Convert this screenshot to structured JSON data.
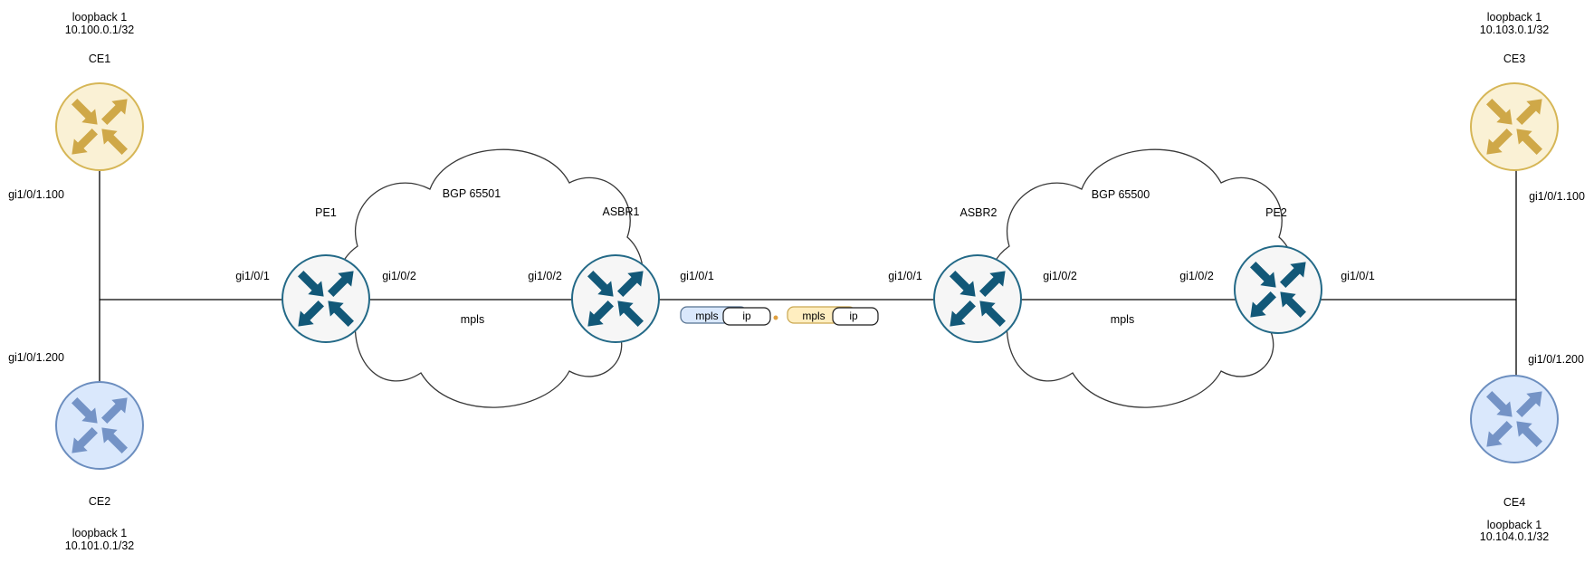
{
  "palette": {
    "line": "#000000",
    "ce_yellow_fill": "#FAF1D5",
    "ce_yellow_stroke": "#D6B656",
    "ce_yellow_arrow": "#CFA848",
    "ce_blue_fill": "#DAE8FC",
    "ce_blue_stroke": "#6C8EBF",
    "ce_blue_arrow": "#7493C6",
    "core_fill": "#F6F6F6",
    "core_stroke": "#236987",
    "core_arrow": "#125878",
    "tag_mpls_blue_fill": "#DAE8FC",
    "tag_mpls_yellow_fill": "#FFEEC0",
    "tag_ip_fill": "#FFFFFF",
    "separator_dot": "#DFA040"
  },
  "sites": {
    "left": {
      "ce_top": {
        "name": "CE1",
        "loopback": "loopback 1",
        "ip": "10.100.0.1/32"
      },
      "ce_bottom": {
        "name": "CE2",
        "loopback": "loopback 1",
        "ip": "10.101.0.1/32"
      },
      "subif_top": "gi1/0/1.100",
      "subif_bottom": "gi1/0/1.200"
    },
    "right": {
      "ce_top": {
        "name": "CE3",
        "loopback": "loopback 1",
        "ip": "10.103.0.1/32"
      },
      "ce_bottom": {
        "name": "CE4",
        "loopback": "loopback 1",
        "ip": "10.104.0.1/32"
      },
      "subif_top": "gi1/0/1.100",
      "subif_bottom": "gi1/0/1.200"
    }
  },
  "as_clouds": {
    "left": {
      "bgp": "BGP 65501",
      "core": "mpls",
      "pe": {
        "name": "PE1",
        "if_left": "gi1/0/1",
        "if_right": "gi1/0/2"
      },
      "asbr": {
        "name": "ASBR1",
        "if_left": "gi1/0/2",
        "if_right": "gi1/0/1"
      }
    },
    "right": {
      "bgp": "BGP 65500",
      "core": "mpls",
      "asbr": {
        "name": "ASBR2",
        "if_left": "gi1/0/1",
        "if_right": "gi1/0/2"
      },
      "pe": {
        "name": "PE2",
        "if_left": "gi1/0/2",
        "if_right": "gi1/0/1"
      }
    }
  },
  "inter_as_link": {
    "stacks": [
      {
        "left_label": "mpls",
        "right_label": "ip",
        "mpls_color": "blue"
      },
      {
        "left_label": "mpls",
        "right_label": "ip",
        "mpls_color": "yellow"
      }
    ]
  }
}
